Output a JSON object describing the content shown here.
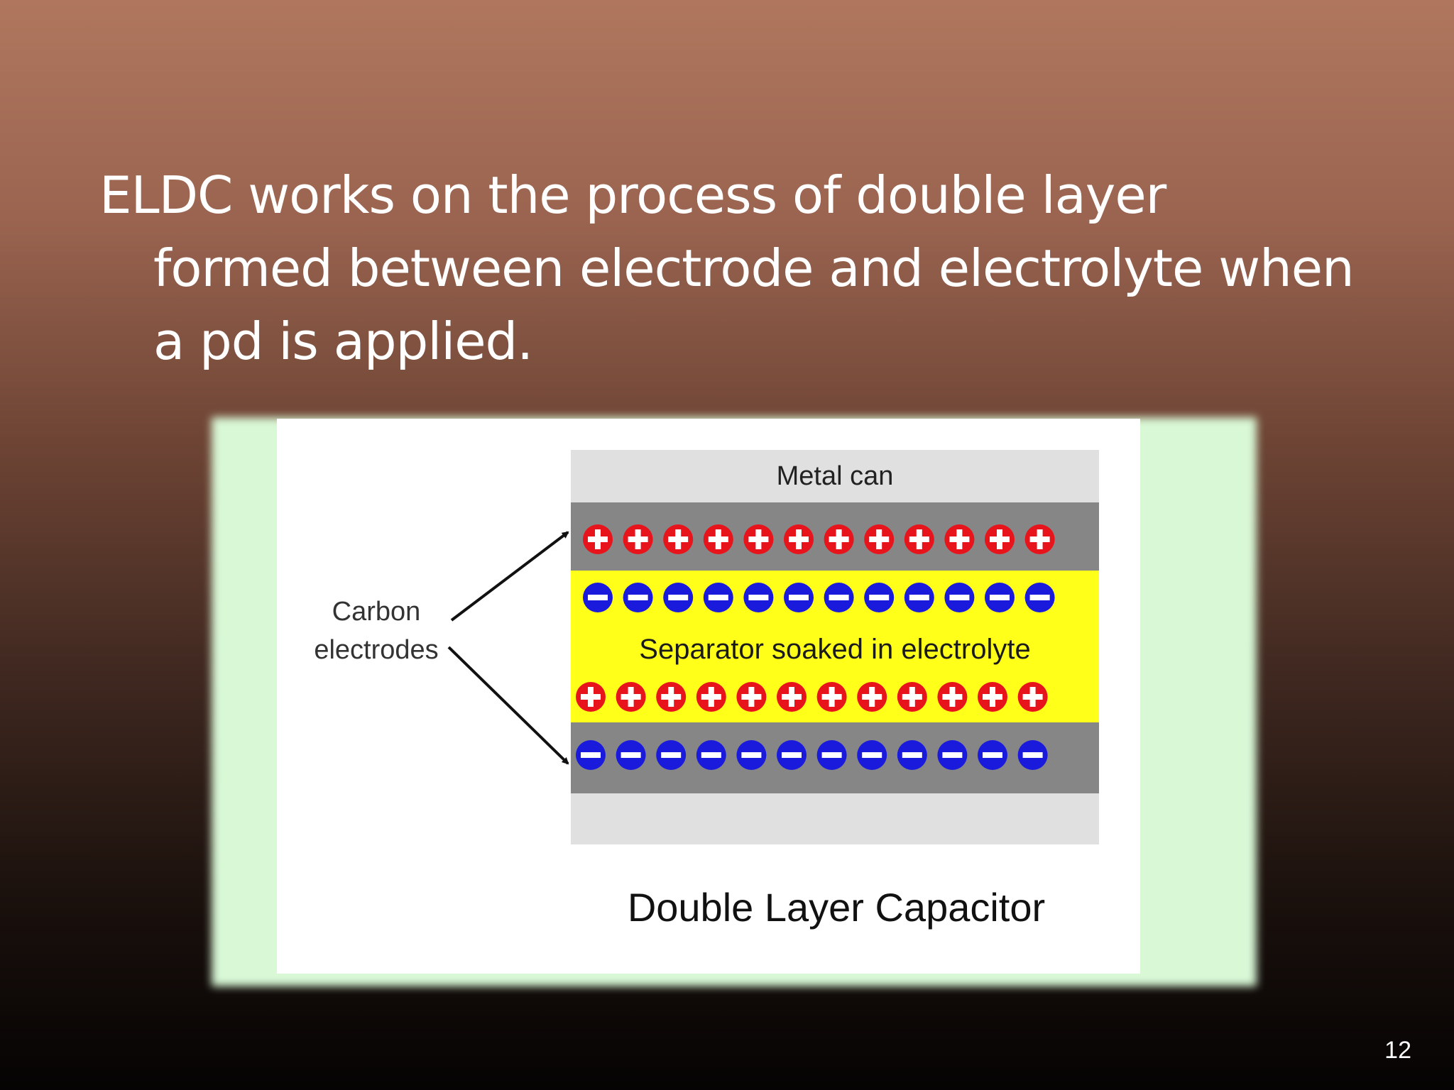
{
  "slide": {
    "text_line1": "ELDC  works on the process of  double layer",
    "text_line2": "formed  between electrode and electrolyte when",
    "text_line3": "a pd is applied.",
    "page_number": "12"
  },
  "diagram": {
    "can_label": "Metal can",
    "electrode_label_line1": "Carbon",
    "electrode_label_line2": "electrodes",
    "separator_label": "Separator soaked in electrolyte",
    "caption": "Double Layer Capacitor",
    "positive_symbol": "+",
    "negative_symbol": "−",
    "rows": [
      {
        "name": "top-electrode-positive",
        "charge": "positive",
        "count": 12
      },
      {
        "name": "top-electrolyte-negative",
        "charge": "negative",
        "count": 12
      },
      {
        "name": "bottom-electrolyte-positive",
        "charge": "positive",
        "count": 12
      },
      {
        "name": "bottom-electrode-negative",
        "charge": "negative",
        "count": 12
      }
    ],
    "colors": {
      "metal_can": "#e0e0e0",
      "electrode": "#868686",
      "separator": "#ffff1a",
      "positive": "#e8141c",
      "negative": "#1a1adc",
      "arrow": "#111111"
    }
  }
}
